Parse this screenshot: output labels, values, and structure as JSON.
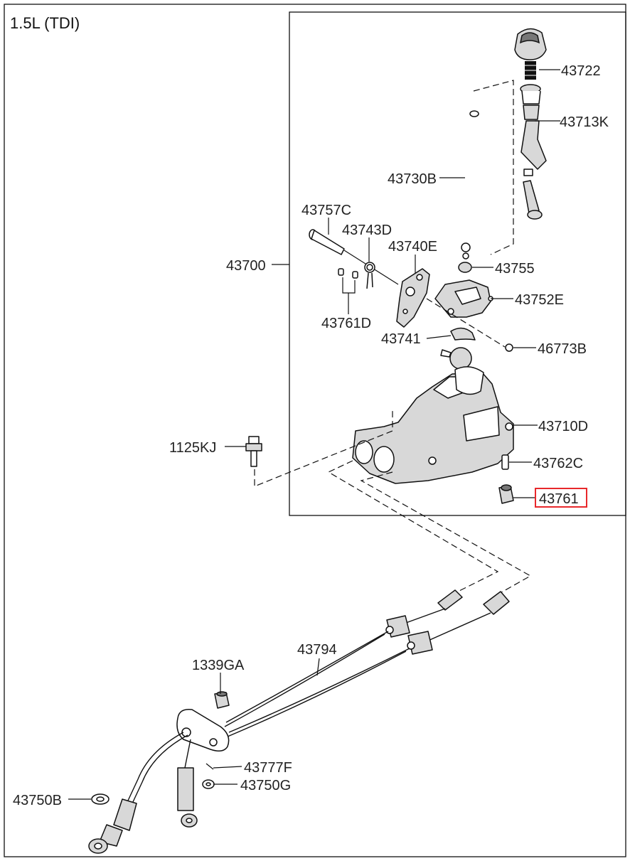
{
  "title": "1.5L (TDI)",
  "parts": [
    {
      "id": "p43722",
      "label": "43722"
    },
    {
      "id": "p43713K",
      "label": "43713K"
    },
    {
      "id": "p43730B",
      "label": "43730B"
    },
    {
      "id": "p43757C",
      "label": "43757C"
    },
    {
      "id": "p43743D",
      "label": "43743D"
    },
    {
      "id": "p43740E",
      "label": "43740E"
    },
    {
      "id": "p43700",
      "label": "43700"
    },
    {
      "id": "p43755",
      "label": "43755"
    },
    {
      "id": "p43752E",
      "label": "43752E"
    },
    {
      "id": "p43761D",
      "label": "43761D"
    },
    {
      "id": "p43741",
      "label": "43741"
    },
    {
      "id": "p46773B",
      "label": "46773B"
    },
    {
      "id": "p43710D",
      "label": "43710D"
    },
    {
      "id": "p1125KJ",
      "label": "1125KJ"
    },
    {
      "id": "p43762C",
      "label": "43762C"
    },
    {
      "id": "p43761",
      "label": "43761",
      "highlighted": true
    },
    {
      "id": "p43794",
      "label": "43794"
    },
    {
      "id": "p1339GA",
      "label": "1339GA"
    },
    {
      "id": "p43777F",
      "label": "43777F"
    },
    {
      "id": "p43750B",
      "label": "43750B"
    },
    {
      "id": "p43750G",
      "label": "43750G"
    }
  ],
  "colors": {
    "line": "#111111",
    "text": "#222222",
    "highlight": "#e8282b",
    "background": "#ffffff"
  }
}
